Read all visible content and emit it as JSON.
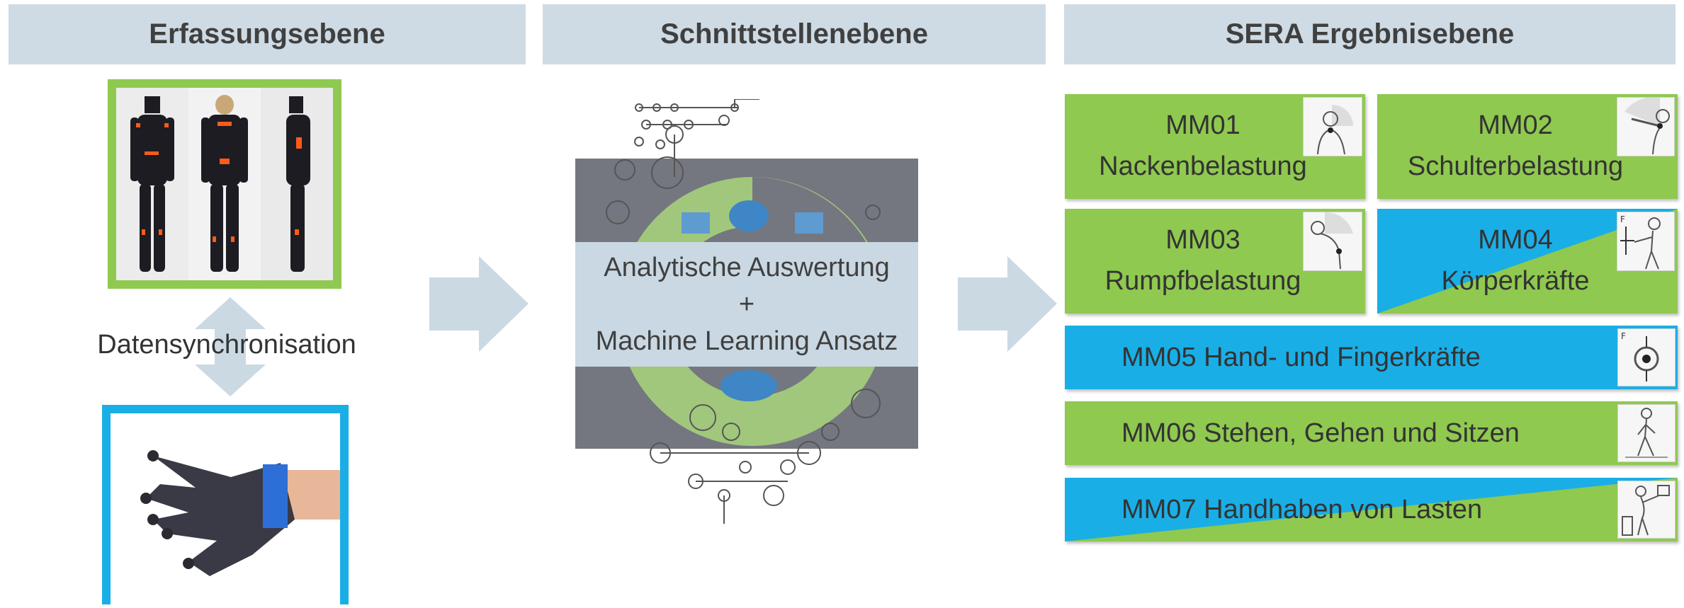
{
  "headers": {
    "col1": "Erfassungsebene",
    "col2": "Schnittstellenebene",
    "col3": "SERA Ergebnisebene"
  },
  "left": {
    "sync_label": "Datensynchronisation"
  },
  "center": {
    "line1": "Analytische Auswertung",
    "line2": "+",
    "line3": "Machine Learning Ansatz"
  },
  "modules": {
    "mm01": {
      "code": "MM01",
      "name": "Nackenbelastung"
    },
    "mm02": {
      "code": "MM02",
      "name": "Schulterbelastung"
    },
    "mm03": {
      "code": "MM03",
      "name": "Rumpfbelastung"
    },
    "mm04": {
      "code": "MM04",
      "name": "Körperkräfte"
    },
    "mm05": {
      "label": "MM05 Hand- und Fingerkräfte"
    },
    "mm06": {
      "label": "MM06 Stehen, Gehen und Sitzen"
    },
    "mm07": {
      "label": "MM07 Handhaben von Lasten"
    }
  },
  "colors": {
    "header_bg": "#cfdbe4",
    "green": "#8fc94f",
    "blue": "#1aaee6",
    "arrow": "#cbd9e3",
    "center_gray": "#74777f"
  }
}
